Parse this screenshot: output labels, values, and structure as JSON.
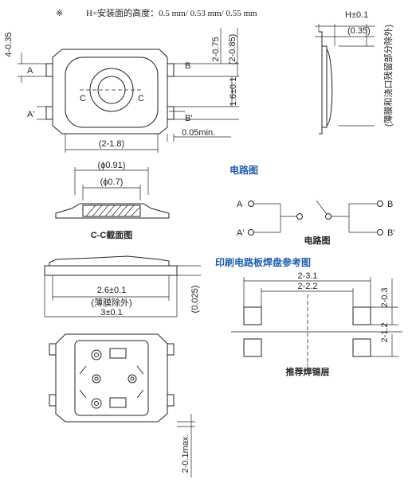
{
  "note": {
    "mark": "※",
    "text": "H=安装面的高度：0.5 mm/ 0.53 mm/ 0.55 mm"
  },
  "top_view": {
    "dim_left_height": "4-0.35",
    "label_a": "A",
    "label_a_prime": "A'",
    "label_b": "B",
    "label_b_prime": "B'",
    "label_c_left": "C",
    "label_c_right": "C",
    "dim_pitch": "2-0.75",
    "dim_pitch_alt": "(2-0.85)",
    "dim_terminal_span": "1.6±0.1",
    "dim_width": "(2-1.8)",
    "dim_gap": "0.05min."
  },
  "side_view": {
    "dim_height": "H±0.1",
    "dim_film": "(0.35)",
    "vertical_note": "(薄膜和浇口残留部分除外)"
  },
  "section_view": {
    "dim_outer": "(ϕ0.91)",
    "dim_inner": "(ϕ0.7)",
    "caption": "C-C截面图"
  },
  "circuit": {
    "title": "电路图",
    "label_a": "A",
    "label_a_prime": "A'",
    "label_b": "B",
    "label_b_prime": "B'",
    "caption": "电路图"
  },
  "front_view": {
    "dim_inner": "2.6±0.1",
    "dim_inner_note": "(薄膜除外)",
    "dim_outer": "3±0.1",
    "dim_height": "(0.025)"
  },
  "bottom_view": {
    "dim_terminal": "2-0.1max."
  },
  "pcb_pads": {
    "title": "印刷电路板焊盘参考图",
    "dim_outer": "2-3.1",
    "dim_inner": "2-2.2",
    "dim_pad_height": "2-0.3",
    "dim_pad_pitch": "2-1.2",
    "caption": "推荐焊锡层"
  }
}
